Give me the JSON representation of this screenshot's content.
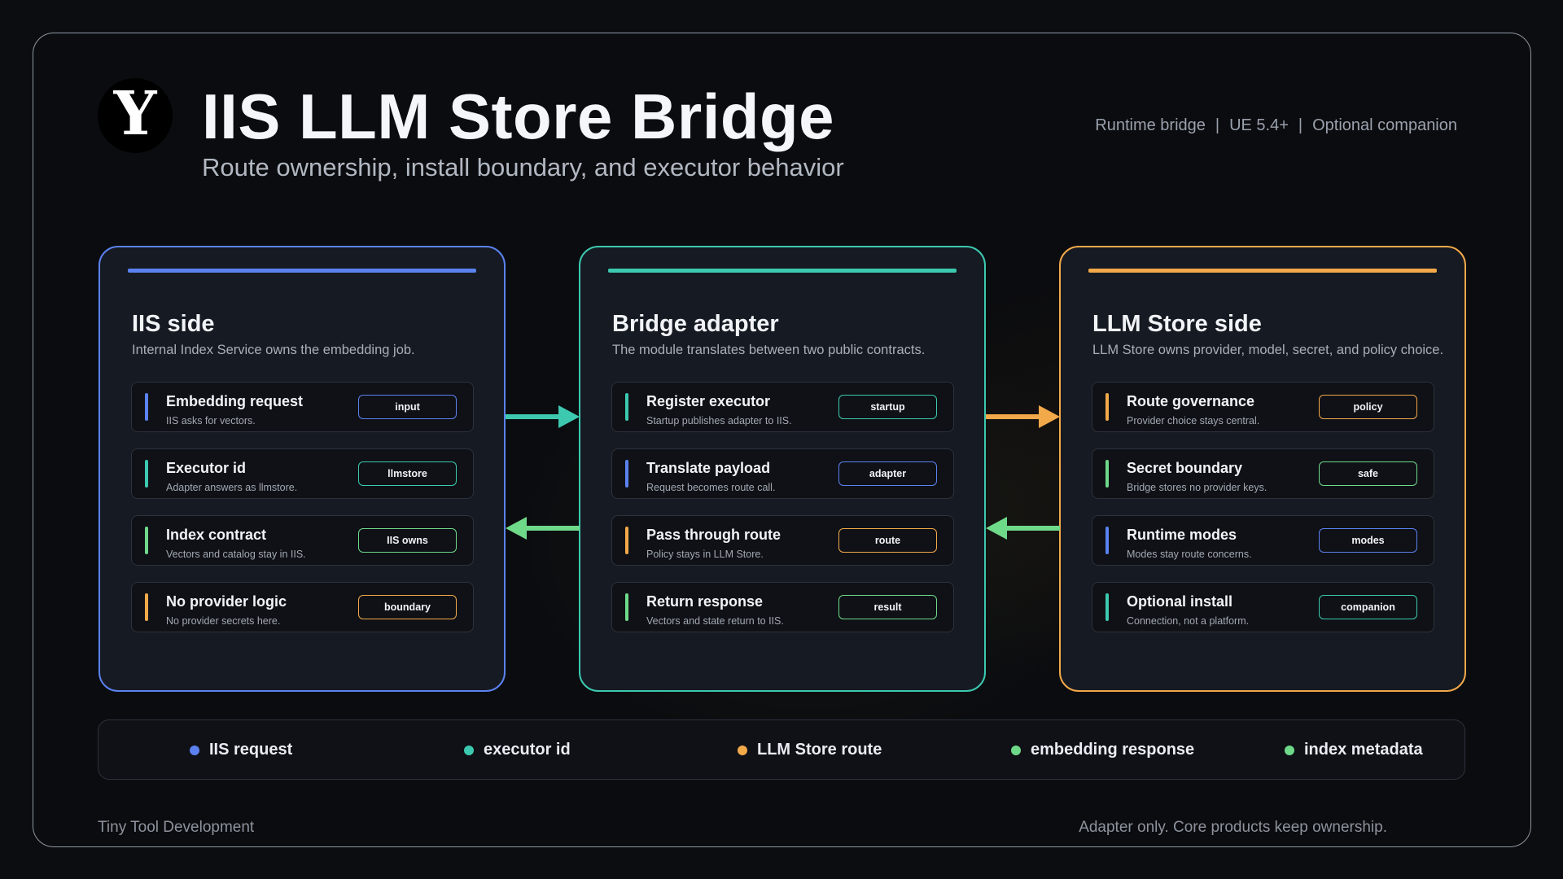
{
  "header": {
    "logo_letter": "Y",
    "title": "IIS LLM Store Bridge",
    "subtitle": "Route ownership, install boundary, and executor behavior",
    "meta": [
      "Runtime bridge",
      "UE 5.4+",
      "Optional companion"
    ],
    "meta_separator": "|"
  },
  "colors": {
    "blue": "#5b82f0",
    "teal": "#3cc9b0",
    "orange": "#f2a94a",
    "green": "#6fd98a"
  },
  "panels": [
    {
      "title": "IIS side",
      "description": "Internal Index Service owns the embedding job.",
      "border_color": "#5b82f0",
      "cards": [
        {
          "title": "Embedding request",
          "subtitle": "IIS asks for vectors.",
          "tag": "input",
          "bar_color": "#5b82f0",
          "tag_color": "#5b82f0"
        },
        {
          "title": "Executor id",
          "subtitle": "Adapter answers as llmstore.",
          "tag": "llmstore",
          "bar_color": "#3cc9b0",
          "tag_color": "#3cc9b0"
        },
        {
          "title": "Index contract",
          "subtitle": "Vectors and catalog stay in IIS.",
          "tag": "IIS owns",
          "bar_color": "#6fd98a",
          "tag_color": "#6fd98a"
        },
        {
          "title": "No provider logic",
          "subtitle": "No provider secrets here.",
          "tag": "boundary",
          "bar_color": "#f2a94a",
          "tag_color": "#f2a94a"
        }
      ]
    },
    {
      "title": "Bridge adapter",
      "description": "The module translates between two public contracts.",
      "border_color": "#3cc9b0",
      "cards": [
        {
          "title": "Register executor",
          "subtitle": "Startup publishes adapter to IIS.",
          "tag": "startup",
          "bar_color": "#3cc9b0",
          "tag_color": "#3cc9b0"
        },
        {
          "title": "Translate payload",
          "subtitle": "Request becomes route call.",
          "tag": "adapter",
          "bar_color": "#5b82f0",
          "tag_color": "#5b82f0"
        },
        {
          "title": "Pass through route",
          "subtitle": "Policy stays in LLM Store.",
          "tag": "route",
          "bar_color": "#f2a94a",
          "tag_color": "#f2a94a"
        },
        {
          "title": "Return response",
          "subtitle": "Vectors and state return to IIS.",
          "tag": "result",
          "bar_color": "#6fd98a",
          "tag_color": "#6fd98a"
        }
      ]
    },
    {
      "title": "LLM Store side",
      "description": "LLM Store owns provider, model, secret, and policy choice.",
      "border_color": "#f2a94a",
      "cards": [
        {
          "title": "Route governance",
          "subtitle": "Provider choice stays central.",
          "tag": "policy",
          "bar_color": "#f2a94a",
          "tag_color": "#f2a94a"
        },
        {
          "title": "Secret boundary",
          "subtitle": "Bridge stores no provider keys.",
          "tag": "safe",
          "bar_color": "#6fd98a",
          "tag_color": "#6fd98a"
        },
        {
          "title": "Runtime modes",
          "subtitle": "Modes stay route concerns.",
          "tag": "modes",
          "bar_color": "#5b82f0",
          "tag_color": "#5b82f0"
        },
        {
          "title": "Optional install",
          "subtitle": "Connection, not a platform.",
          "tag": "companion",
          "bar_color": "#3cc9b0",
          "tag_color": "#3cc9b0"
        }
      ]
    }
  ],
  "legend": [
    {
      "label": "IIS request",
      "color": "#5b82f0"
    },
    {
      "label": "executor id",
      "color": "#3cc9b0"
    },
    {
      "label": "LLM Store route",
      "color": "#f2a94a"
    },
    {
      "label": "embedding response",
      "color": "#6fd98a"
    },
    {
      "label": "index metadata",
      "color": "#6fd98a"
    }
  ],
  "footer": {
    "left": "Tiny Tool Development",
    "right": "Adapter only. Core products keep ownership."
  }
}
